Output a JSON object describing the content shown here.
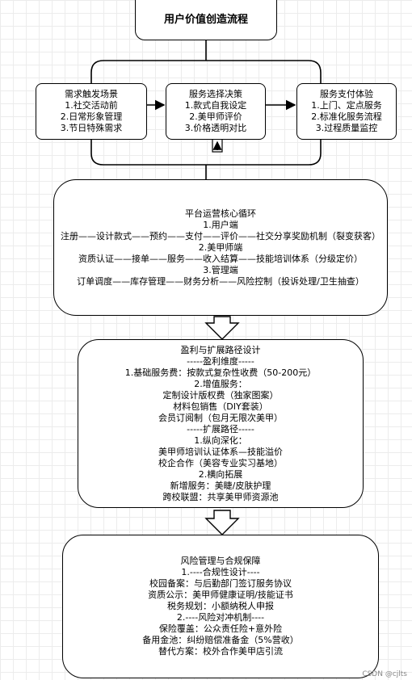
{
  "title": "用户价值创造流程",
  "stages": [
    {
      "lines": [
        "需求触发场景",
        "1.社交活动前",
        "2.日常形象管理",
        "3.节日特殊需求"
      ]
    },
    {
      "lines": [
        "服务选择决策",
        "1.款式自我设定",
        "2.美甲师评价",
        "3.价格透明对比"
      ]
    },
    {
      "lines": [
        "服务支付体验",
        "1.上门、定点服务",
        "2.标准化服务流程",
        "3.过程质量监控"
      ]
    }
  ],
  "core": {
    "lines": [
      "平台运营核心循环",
      "1.用户端",
      "注册——设计款式——预约——支付——评价——社交分享奖励机制（裂变获客）",
      "2.美甲师端",
      "资质认证——接单——服务——收入结算——技能培训体系（分级定价）",
      "3.管理端",
      "订单调度——库存管理——财务分析——风险控制（投诉处理/卫生抽查）"
    ]
  },
  "profit": {
    "lines": [
      "盈利与扩展路径设计",
      "-----盈利维度-----",
      "1.基础服务费：按款式复杂性收费（50-200元）",
      "2.增值服务：",
      "定制设计版权费（独家图案）",
      "材料包销售（DIY套装）",
      "会员订阅制（包月无限次美甲）",
      "-----扩展路径-----",
      "1.纵向深化：",
      "美甲师培训认证体系—技能溢价",
      "校企合作（美容专业实习基地）",
      "2.横向拓展",
      "新增服务：美睫/皮肤护理",
      "跨校联盟：共享美甲师资源池"
    ]
  },
  "risk": {
    "lines": [
      "风险管理与合规保障",
      "1.----合规性设计----",
      "校园备案：与后勤部门签订服务协议",
      "资质公示：美甲师健康证明/技能证书",
      "税务规划：小额纳税人申报",
      "2.----风险对冲机制----",
      "保险覆盖：公众责任险+意外险",
      "备用金池：纠纷赔偿准备金（5%营收）",
      "替代方案：校外合作美甲店引流"
    ]
  },
  "watermark": "CSDN @cjlts"
}
